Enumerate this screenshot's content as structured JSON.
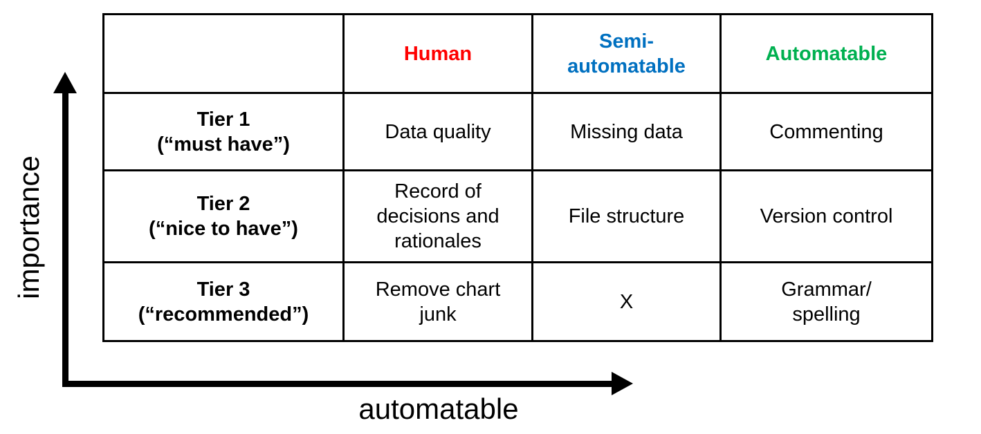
{
  "axes": {
    "y_label": "importance",
    "x_label": "automatable"
  },
  "table": {
    "columns": [
      {
        "label": "Human",
        "color": "#FF0000"
      },
      {
        "label": "Semi-\nautomatable",
        "color": "#0070C0"
      },
      {
        "label": "Automatable",
        "color": "#00B050"
      }
    ],
    "rows": [
      {
        "header": "Tier 1\n(“must have”)",
        "cells": [
          "Data quality",
          "Missing data",
          "Commenting"
        ]
      },
      {
        "header": "Tier 2\n(“nice to have”)",
        "cells": [
          "Record of\ndecisions and\nrationales",
          "File structure",
          "Version control"
        ]
      },
      {
        "header": "Tier 3\n(“recommended”)",
        "cells": [
          "Remove chart\njunk",
          "X",
          "Grammar/\nspelling"
        ]
      }
    ]
  },
  "colors": {
    "ink": "#000000",
    "human": "#FF0000",
    "semi_automatable": "#0070C0",
    "automatable": "#00B050"
  }
}
